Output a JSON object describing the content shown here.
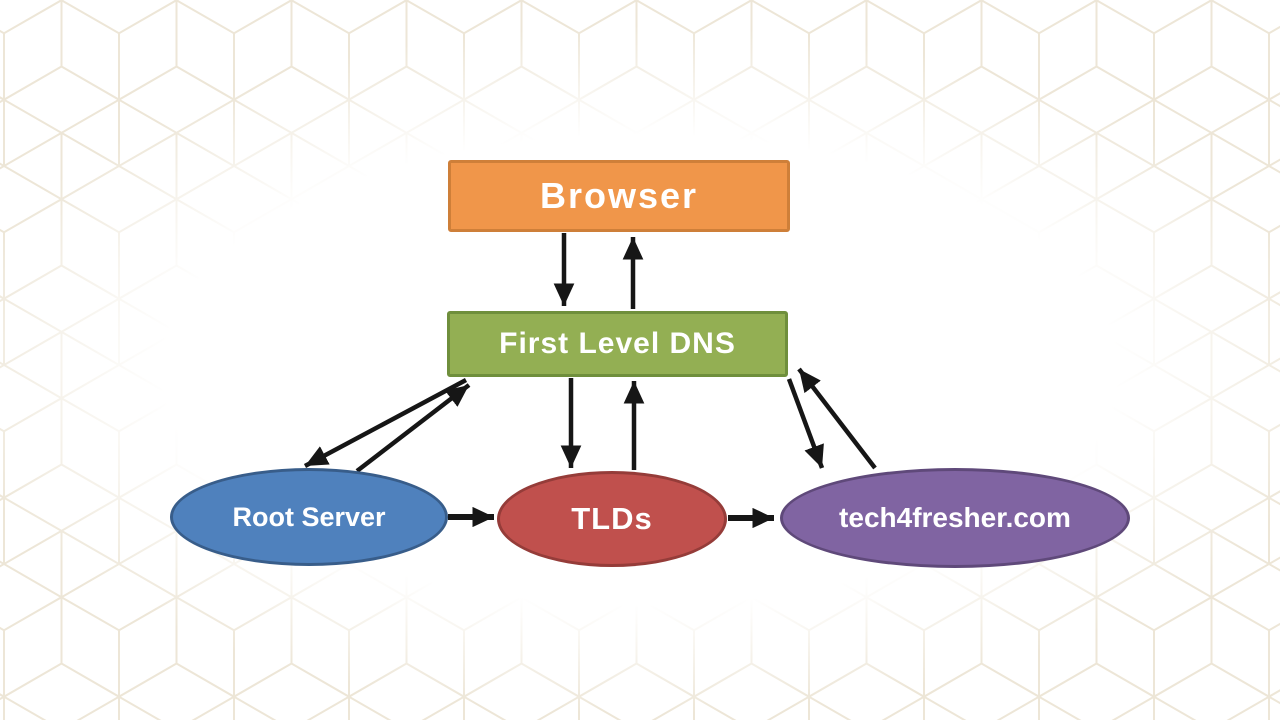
{
  "diagram": {
    "type": "flow-diagram",
    "topic": "DNS lookup flow"
  },
  "nodes": {
    "browser": {
      "label": "Browser",
      "shape": "rect",
      "fill": "#F0964A",
      "border": "#CE7F39"
    },
    "dns": {
      "label": "First Level DNS",
      "shape": "rect",
      "fill": "#93AF53",
      "border": "#6F8F3C"
    },
    "root": {
      "label": "Root Server",
      "shape": "ellipse",
      "fill": "#4F81BD",
      "border": "#385D8A"
    },
    "tlds": {
      "label": "TLDs",
      "shape": "ellipse",
      "fill": "#C0504D",
      "border": "#953C39"
    },
    "domain": {
      "label": "tech4fresher.com",
      "shape": "ellipse",
      "fill": "#8064A2",
      "border": "#5F497A"
    }
  },
  "edges": [
    {
      "from": "browser",
      "to": "dns"
    },
    {
      "from": "dns",
      "to": "browser"
    },
    {
      "from": "dns",
      "to": "root"
    },
    {
      "from": "root",
      "to": "dns"
    },
    {
      "from": "dns",
      "to": "tlds"
    },
    {
      "from": "tlds",
      "to": "dns"
    },
    {
      "from": "dns",
      "to": "domain"
    },
    {
      "from": "domain",
      "to": "dns"
    },
    {
      "from": "root",
      "to": "tlds"
    },
    {
      "from": "tlds",
      "to": "domain"
    }
  ],
  "colors": {
    "arrow": "#161616",
    "background": "#FFFFFF",
    "pattern_line": "#EDE6D7",
    "node_text": "#FFFFFF"
  }
}
